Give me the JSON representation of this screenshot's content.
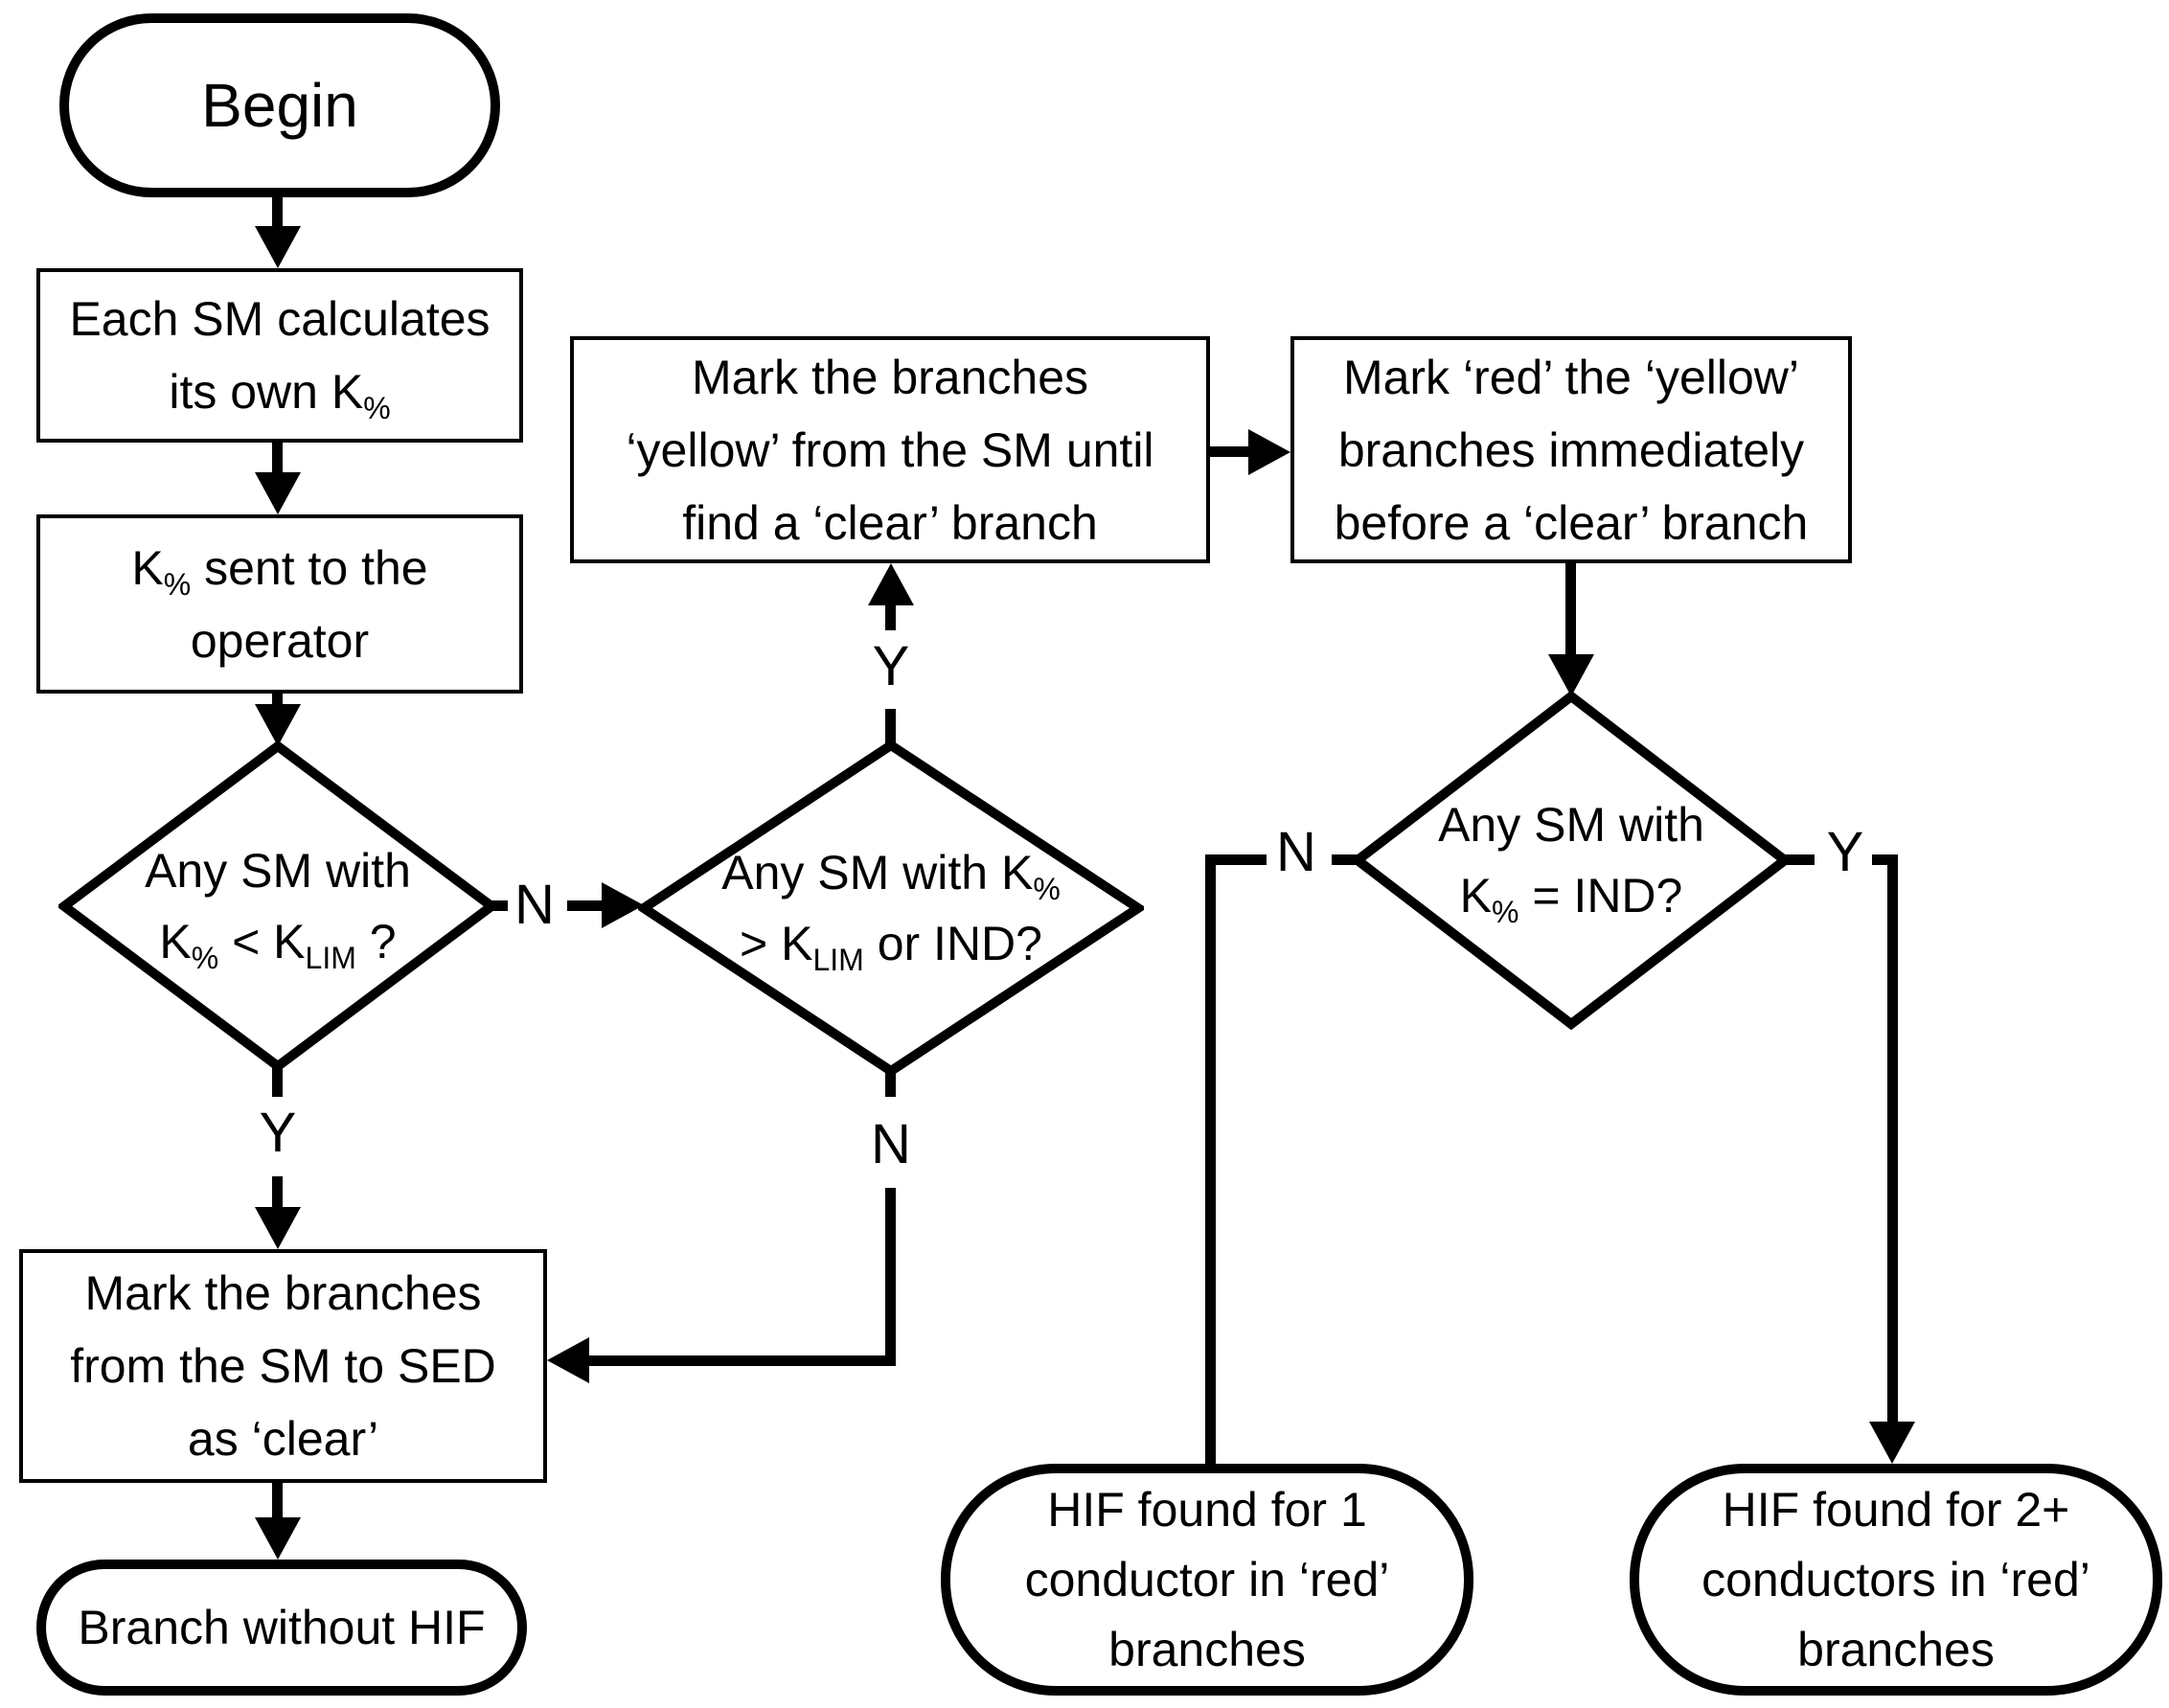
{
  "colors": {
    "ink": "#000000",
    "background": "#ffffff"
  },
  "nodes": {
    "begin": {
      "type": "terminal",
      "label": "Begin"
    },
    "calc": {
      "type": "process",
      "line1": "Each SM calculates",
      "line2_t1": "its own K",
      "line2_sub1": "%"
    },
    "sent": {
      "type": "process",
      "line1_t1": "K",
      "line1_sub1": "%",
      "line1_t2": " sent to the",
      "line2": "operator"
    },
    "d1": {
      "type": "decision",
      "line1": "Any SM with",
      "line2_t1": "K",
      "line2_sub1": "%",
      "line2_t2": " < K",
      "line2_sub2": "LIM",
      "line2_t3": " ?"
    },
    "d2": {
      "type": "decision",
      "line1_t1": "Any SM with K",
      "line1_sub1": "%",
      "line2_t1": "> K",
      "line2_sub1": "LIM",
      "line2_t2": " or IND?"
    },
    "d3": {
      "type": "decision",
      "line1": "Any SM with",
      "line2_t1": "K",
      "line2_sub1": "%",
      "line2_t2": " = IND?"
    },
    "yellow": {
      "type": "process",
      "line1": "Mark the branches",
      "line2": "‘yellow’ from the SM until",
      "line3": "find a ‘clear’ branch"
    },
    "red": {
      "type": "process",
      "line1": "Mark ‘red’ the ‘yellow’",
      "line2": "branches immediately",
      "line3": "before a ‘clear’ branch"
    },
    "markclear": {
      "type": "process",
      "line1": "Mark the branches",
      "line2": "from the SM to SED",
      "line3": "as ‘clear’"
    },
    "branch": {
      "type": "terminal",
      "label": "Branch without HIF"
    },
    "hif1": {
      "type": "terminal",
      "line1": "HIF found for 1",
      "line2": "conductor in ‘red’",
      "line3": "branches"
    },
    "hif2": {
      "type": "terminal",
      "line1": "HIF found for 2+",
      "line2": "conductors in ‘red’",
      "line3": "branches"
    }
  },
  "edges": [
    {
      "from": "begin",
      "to": "calc",
      "label": ""
    },
    {
      "from": "calc",
      "to": "sent",
      "label": ""
    },
    {
      "from": "sent",
      "to": "d1",
      "label": ""
    },
    {
      "from": "d1",
      "to": "d2",
      "label": "N"
    },
    {
      "from": "d1",
      "to": "markclear",
      "label": "Y"
    },
    {
      "from": "d2",
      "to": "yellow",
      "label": "Y"
    },
    {
      "from": "yellow",
      "to": "red",
      "label": ""
    },
    {
      "from": "red",
      "to": "d3",
      "label": ""
    },
    {
      "from": "d3",
      "to": "hif1",
      "label": "N"
    },
    {
      "from": "d3",
      "to": "hif2",
      "label": "Y"
    },
    {
      "from": "d2",
      "to": "markclear",
      "label": "N"
    },
    {
      "from": "markclear",
      "to": "branch",
      "label": ""
    }
  ]
}
